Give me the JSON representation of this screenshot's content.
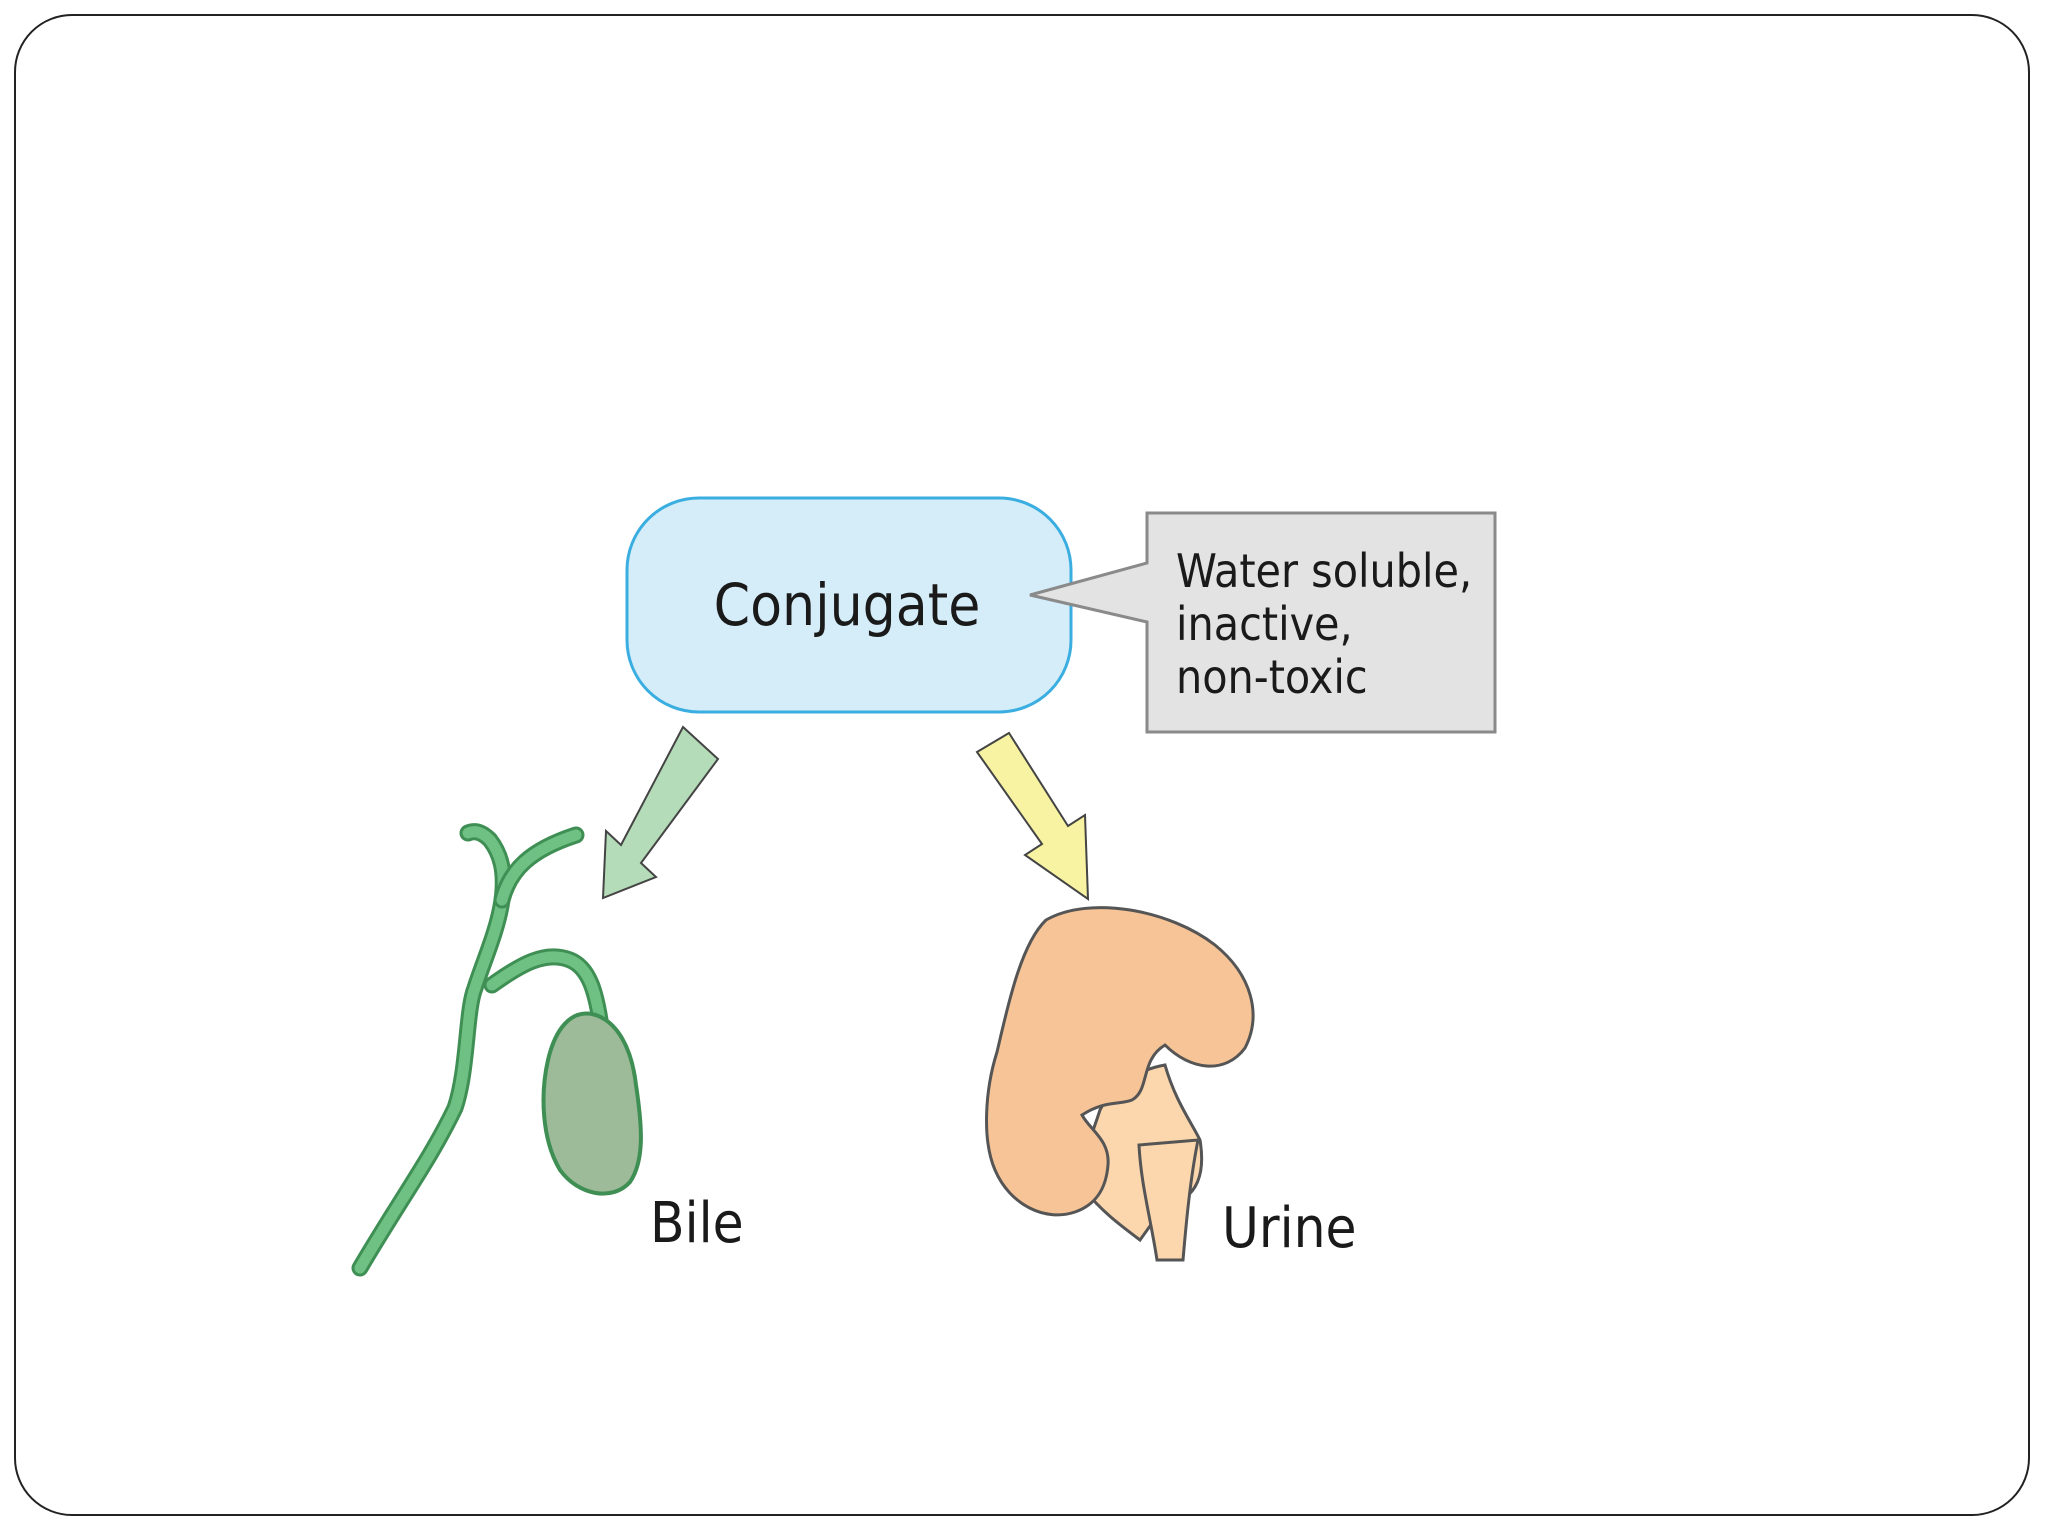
{
  "diagram": {
    "conjugate_label": "Conjugate",
    "callout_lines": [
      "Water soluble,",
      "inactive,",
      "non-toxic"
    ],
    "bile_label": "Bile",
    "urine_label": "Urine"
  },
  "colors": {
    "conjugate_fill": "#d4edf9",
    "conjugate_stroke": "#3aaee0",
    "callout_fill": "#e3e3e3",
    "callout_stroke": "#8a8a8a",
    "bile_arrow_fill": "#b5dcb8",
    "urine_arrow_fill": "#f7f3a2",
    "duct_green": "#55ad6a",
    "gallbladder_fill": "#9dbb98",
    "kidney_fill": "#f7c497",
    "ureter_fill": "#fcd7ad"
  }
}
